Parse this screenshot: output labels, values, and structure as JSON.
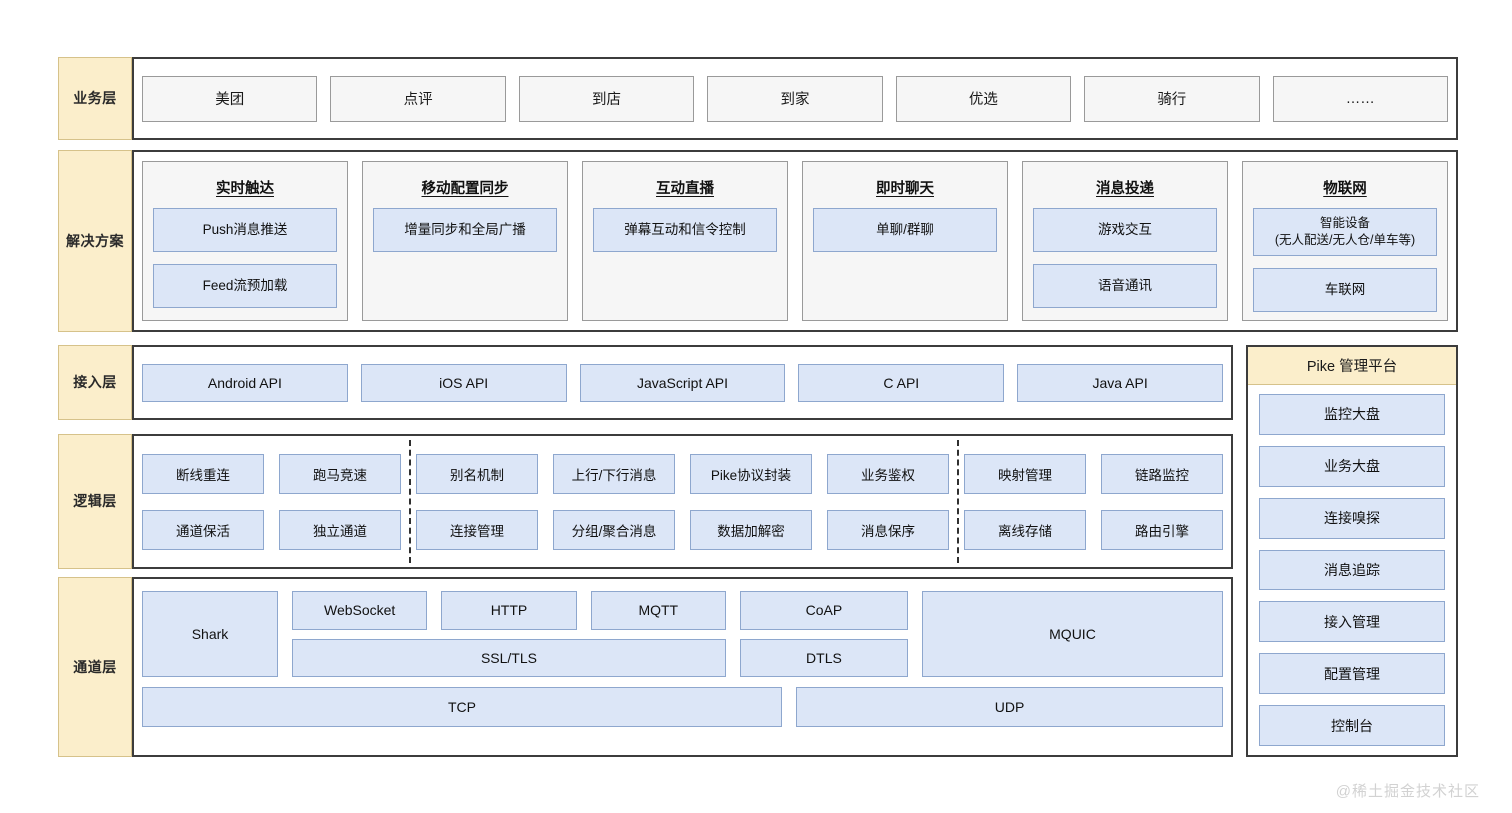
{
  "layers": {
    "business": {
      "label": "业务层",
      "items": [
        "美团",
        "点评",
        "到店",
        "到家",
        "优选",
        "骑行",
        "……"
      ]
    },
    "solution": {
      "label": "解决\n方案",
      "label_line1": "解决",
      "label_line2": "方案",
      "cards": [
        {
          "title": "实时触达",
          "subs": [
            "Push消息推送",
            "Feed流预加载"
          ]
        },
        {
          "title": "移动配置同步",
          "subs": [
            "增量同步和全局广播"
          ]
        },
        {
          "title": "互动直播",
          "subs": [
            "弹幕互动和信令控制"
          ]
        },
        {
          "title": "即时聊天",
          "subs": [
            "单聊/群聊"
          ]
        },
        {
          "title": "消息投递",
          "subs": [
            "游戏交互",
            "语音通讯"
          ]
        },
        {
          "title": "物联网",
          "subs": [
            "智能设备\n(无人配送/无人仓/单车等)",
            "车联网"
          ]
        }
      ]
    },
    "access": {
      "label": "接入层",
      "items": [
        "Android API",
        "iOS API",
        "JavaScript  API",
        "C API",
        "Java API"
      ]
    },
    "logic": {
      "label": "逻辑层",
      "row1": [
        "断线重连",
        "跑马竞速",
        "别名机制",
        "上行/下行消息",
        "Pike协议封装",
        "业务鉴权",
        "映射管理",
        "链路监控"
      ],
      "row2": [
        "通道保活",
        "独立通道",
        "连接管理",
        "分组/聚合消息",
        "数据加解密",
        "消息保序",
        "离线存储",
        "路由引擎"
      ],
      "dividers_after_column": [
        2,
        6
      ]
    },
    "channel": {
      "label": "通道层",
      "shark": "Shark",
      "protocols_row1": [
        "WebSocket",
        "HTTP",
        "MQTT"
      ],
      "ssl": "SSL/TLS",
      "coap": "CoAP",
      "dtls": "DTLS",
      "mquic": "MQUIC",
      "tcp": "TCP",
      "udp": "UDP"
    }
  },
  "pike": {
    "title": "Pike 管理平台",
    "items": [
      "监控大盘",
      "业务大盘",
      "连接嗅探",
      "消息追踪",
      "接入管理",
      "配置管理",
      "控制台"
    ]
  },
  "watermark": "@稀土掘金技术社区",
  "colors": {
    "accent_yellow": "#fbeecb",
    "accent_yellow_border": "#d6c28a",
    "box_blue": "#dce6f7",
    "box_blue_border": "#8ea7ce",
    "box_grey": "#f6f6f6",
    "box_grey_border": "#9a9a9a",
    "panel_border": "#3c3c3c"
  }
}
